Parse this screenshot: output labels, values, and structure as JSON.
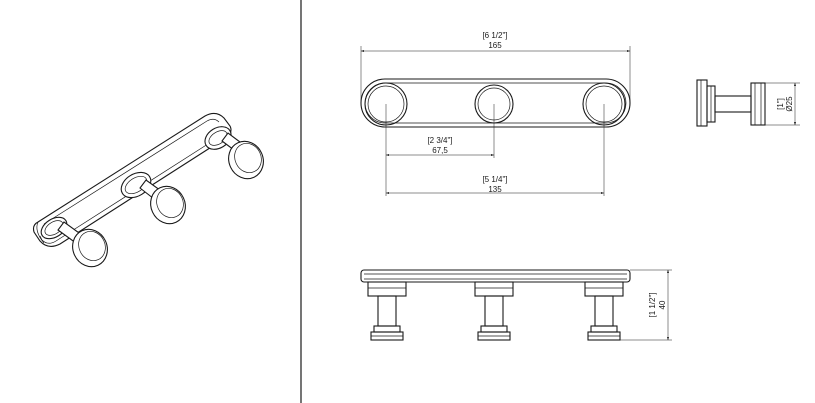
{
  "dimensions": {
    "overall_length": {
      "inch": "[6 1/2\"]",
      "mm": "165"
    },
    "hook_spacing": {
      "inch": "[2 3/4\"]",
      "mm": "67,5"
    },
    "outer_hook_distance": {
      "inch": "[5 1/4\"]",
      "mm": "135"
    },
    "knob_diameter": {
      "inch": "[1\"]",
      "mm": "Ø25"
    },
    "projection": {
      "inch": "[1 1/2\"]",
      "mm": "40"
    }
  }
}
